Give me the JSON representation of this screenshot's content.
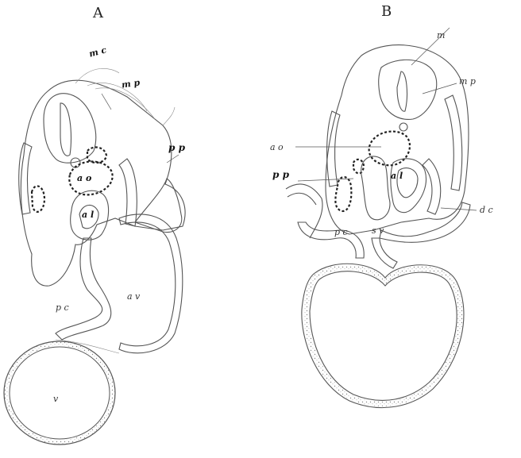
{
  "figure": {
    "panel_a": {
      "title": "A",
      "labels": {
        "mc": "m c",
        "mp": "m p",
        "pp": "p p",
        "ao": "a o",
        "al": "a l",
        "pc": "p c",
        "av": "a v",
        "v": "v"
      }
    },
    "panel_b": {
      "title": "B",
      "labels": {
        "m": "m",
        "mp": "m p",
        "ao": "a o",
        "pp": "p p",
        "al": "a l",
        "dc": "d c",
        "pc": "p c",
        "sv": "s v"
      }
    }
  }
}
